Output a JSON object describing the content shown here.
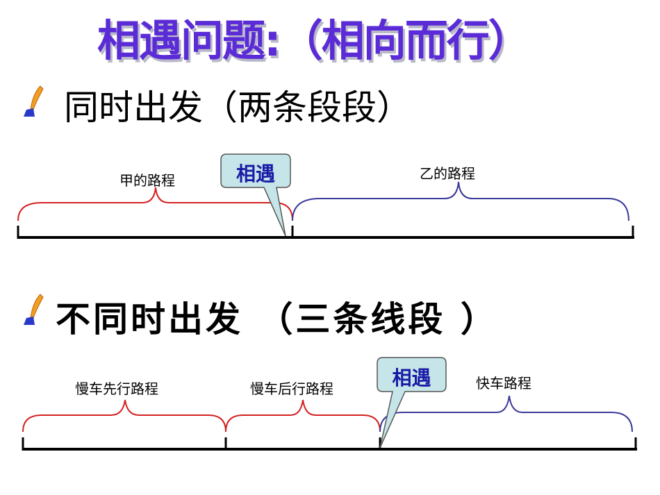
{
  "title": "相遇问题:（相向而行）",
  "section1": {
    "heading": "同时出发（两条段段）",
    "label_a": "甲的路程",
    "label_b": "乙的路程",
    "callout": "相遇"
  },
  "section2": {
    "heading": "不同时出发 （三条线段 ）",
    "label_a": "慢车先行路程",
    "label_b": "慢车后行路程",
    "label_c": "快车路程",
    "callout": "相遇"
  },
  "colors": {
    "red_brace": "#d42020",
    "blue_brace": "#3a3a9a",
    "callout_fill": "#c6e5e9",
    "callout_text": "#1a1aa6",
    "title": "#5a2bd6"
  },
  "icons": {
    "bullet": "quill-pen-icon"
  }
}
